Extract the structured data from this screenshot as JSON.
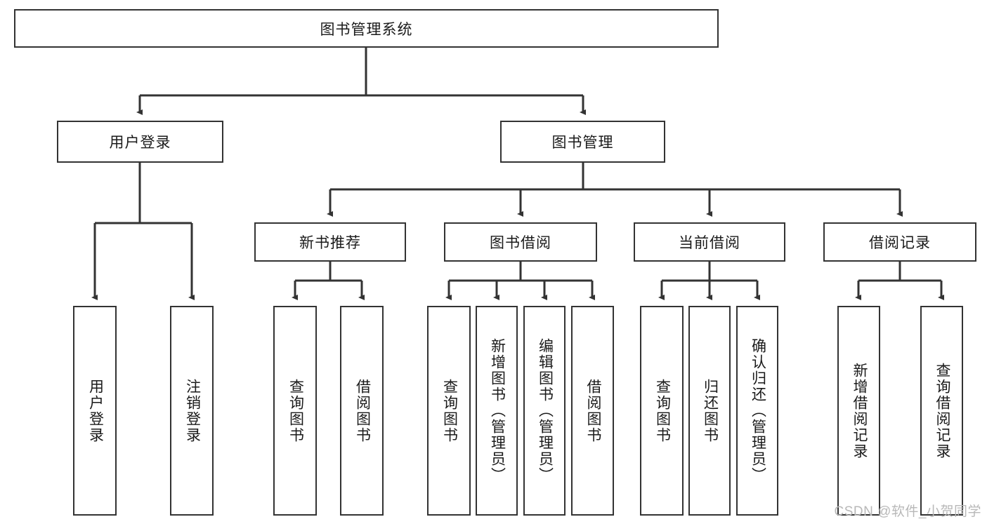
{
  "diagram": {
    "type": "tree-hierarchy-flowchart",
    "title": "图书管理系统",
    "root": {
      "id": "root",
      "label": "图书管理系统"
    },
    "level2": [
      {
        "id": "user-login",
        "label": "用户登录"
      },
      {
        "id": "book-manage",
        "label": "图书管理"
      }
    ],
    "level3": [
      {
        "id": "new-book-rec",
        "label": "新书推荐",
        "parent": "book-manage"
      },
      {
        "id": "book-borrow",
        "label": "图书借阅",
        "parent": "book-manage"
      },
      {
        "id": "current-borrow",
        "label": "当前借阅",
        "parent": "book-manage"
      },
      {
        "id": "borrow-record",
        "label": "借阅记录",
        "parent": "book-manage"
      }
    ],
    "leaves": [
      {
        "id": "leaf-user-login",
        "label": "用户登录",
        "parent": "user-login"
      },
      {
        "id": "leaf-logout",
        "label": "注销登录",
        "parent": "user-login"
      },
      {
        "id": "leaf-query-book-rec",
        "label": "查询图书",
        "parent": "new-book-rec"
      },
      {
        "id": "leaf-borrow-book-rec",
        "label": "借阅图书",
        "parent": "new-book-rec"
      },
      {
        "id": "leaf-query-book-borrow",
        "label": "查询图书",
        "parent": "book-borrow"
      },
      {
        "id": "leaf-add-book",
        "label": "新增图书（管理员）",
        "parent": "book-borrow"
      },
      {
        "id": "leaf-edit-book",
        "label": "编辑图书（管理员）",
        "parent": "book-borrow"
      },
      {
        "id": "leaf-borrow-book",
        "label": "借阅图书",
        "parent": "book-borrow"
      },
      {
        "id": "leaf-query-book-cur",
        "label": "查询图书",
        "parent": "current-borrow"
      },
      {
        "id": "leaf-return-book",
        "label": "归还图书",
        "parent": "current-borrow"
      },
      {
        "id": "leaf-confirm-return",
        "label": "确认归还（管理员）",
        "parent": "current-borrow"
      },
      {
        "id": "leaf-add-record",
        "label": "新增借阅记录",
        "parent": "borrow-record"
      },
      {
        "id": "leaf-query-record",
        "label": "查询借阅记录",
        "parent": "borrow-record"
      }
    ],
    "colors": {
      "stroke": "#333333",
      "fill": "#ffffff",
      "text": "#1a1a1a",
      "watermark": "#b8b8b8"
    }
  },
  "watermark": {
    "text": "CSDN @软件_小贺同学"
  }
}
